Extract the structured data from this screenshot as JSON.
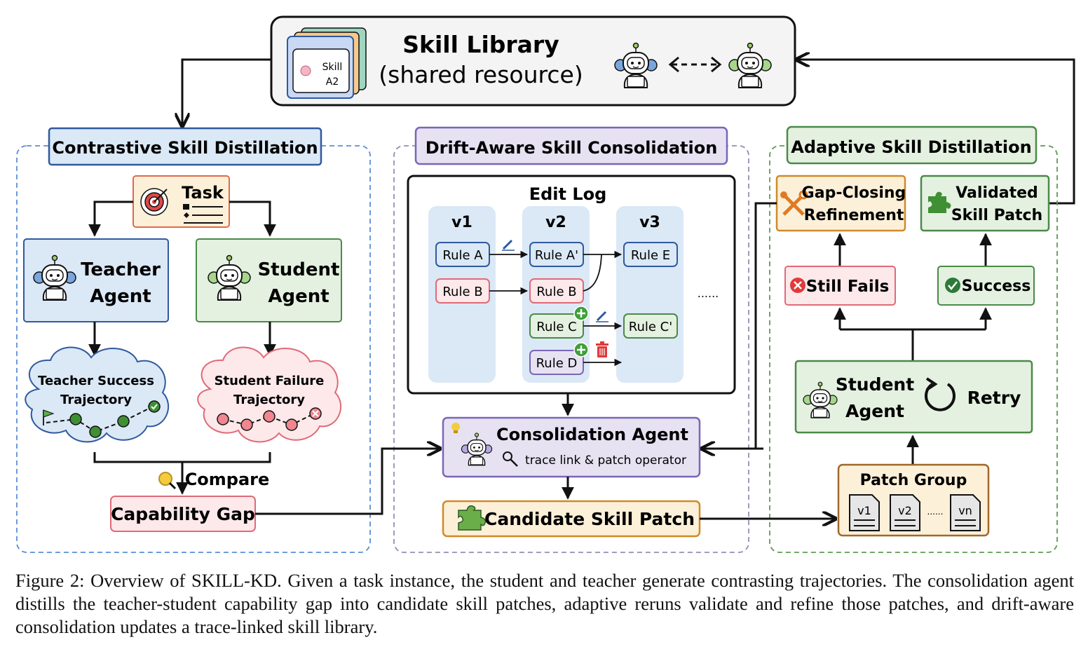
{
  "library": {
    "title": "Skill Library",
    "subtitle": "(shared resource)",
    "folder_label_1": "Skill",
    "folder_label_2": "A2",
    "exchange_icon": "bidirectional-dashed-arrow",
    "agent_icon": "robot-reading-icon"
  },
  "contrastive": {
    "title": "Contrastive Skill Distillation",
    "task": "Task",
    "teacher": [
      "Teacher",
      "Agent"
    ],
    "student": [
      "Student",
      "Agent"
    ],
    "teacher_traj": [
      "Teacher Success",
      "Trajectory"
    ],
    "student_traj": [
      "Student Failure",
      "Trajectory"
    ],
    "compare": "Compare",
    "gap": "Capability Gap"
  },
  "drift": {
    "title": "Drift-Aware Skill Consolidation",
    "edit_log": "Edit Log",
    "versions": [
      "v1",
      "v2",
      "v3"
    ],
    "v1_rules": [
      "Rule A",
      "Rule B"
    ],
    "v2_rules": [
      "Rule A'",
      "Rule B",
      "Rule C",
      "Rule D"
    ],
    "v3_rules": [
      "Rule E",
      "Rule C'"
    ],
    "ellipsis": "......",
    "consolidation_agent": "Consolidation Agent",
    "trace_link": "trace link & patch operator",
    "candidate_patch": "Candidate Skill Patch"
  },
  "adaptive": {
    "title": "Adaptive Skill Distillation",
    "gap_closing": [
      "Gap-Closing",
      "Refinement"
    ],
    "validated": [
      "Validated",
      "Skill Patch"
    ],
    "still_fails": "Still Fails",
    "success": "Success",
    "student": [
      "Student",
      "Agent"
    ],
    "retry": "Retry",
    "patch_group": "Patch Group",
    "patch_docs": [
      "v1",
      "v2",
      "vn"
    ],
    "doc_ellipsis": "......"
  },
  "caption": "Figure 2: Overview of SKILL-KD. Given a task instance, the student and teacher generate contrasting trajectories. The consolidation agent distills the teacher-student capability gap into candidate skill patches, adaptive reruns validate and refine those patches, and drift-aware consolidation updates a trace-linked skill library.",
  "colors": {
    "blue": "#dbe8f6",
    "blue_border": "#2f5a9e",
    "green": "#e4f1e0",
    "green_border": "#4a8a48",
    "purple": "#e6e2f2",
    "purple_border": "#7a66b8",
    "pink": "#fde8ea",
    "pink_border": "#e06a78",
    "orange": "#fdf0d8",
    "orange_border": "#d08a2a"
  }
}
